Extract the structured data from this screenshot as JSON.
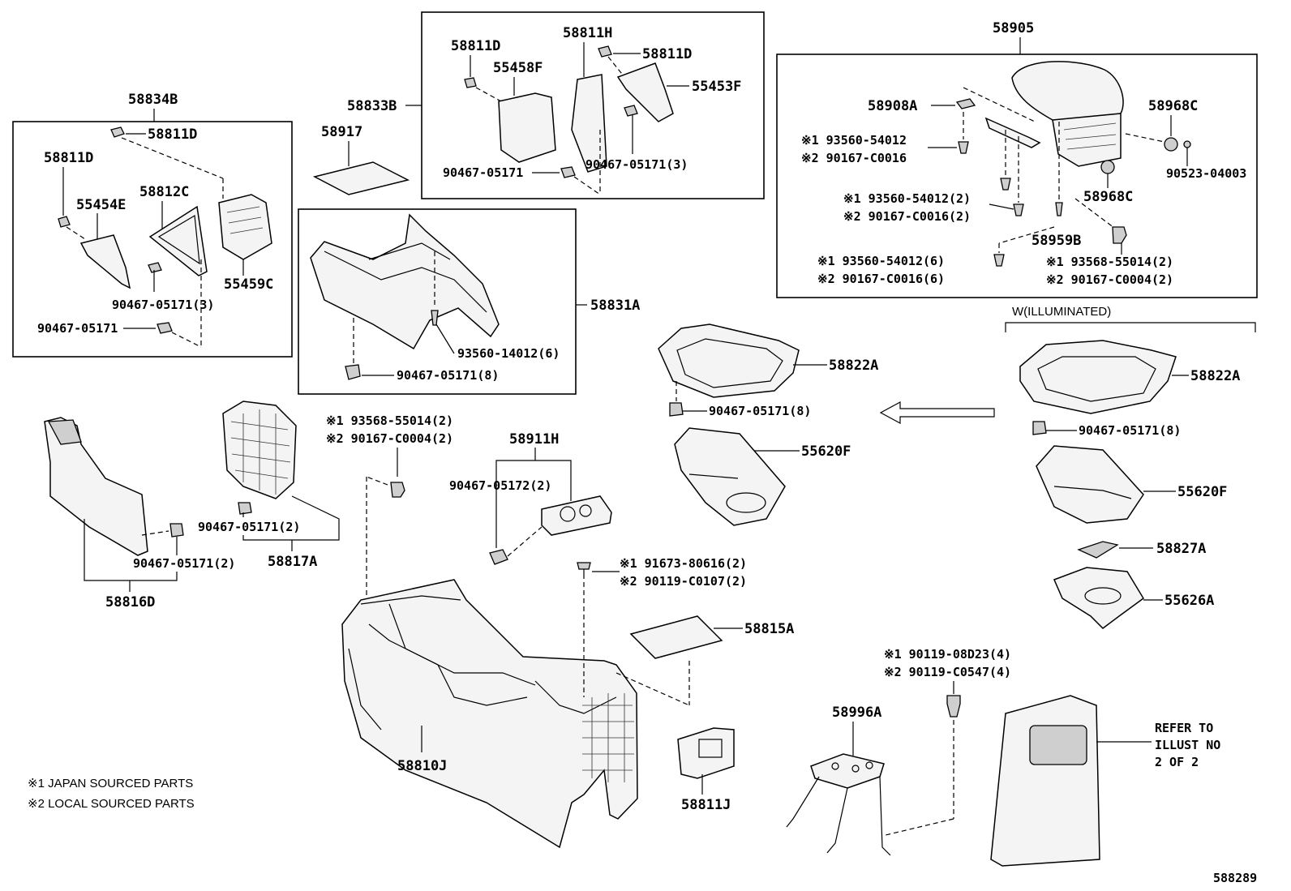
{
  "title_code": "588289",
  "groups": {
    "g58834B": "58834B",
    "g58833B": "58833B",
    "g58831A": "58831A",
    "g58905": "58905",
    "g58911H": "58911H",
    "g58816D": "58816D",
    "g58817A": "58817A",
    "illuminated": "W(ILLUMINATED)"
  },
  "labels": {
    "l58811D_a": "58811D",
    "l58811D_b": "58811D",
    "l55454E": "55454E",
    "l58812C": "58812C",
    "l55459C": "55459C",
    "l90467_3a": "90467-05171(3)",
    "l90467_a": "90467-05171",
    "l58917": "58917",
    "l58811D_c": "58811D",
    "l58811H": "58811H",
    "l58811D_d": "58811D",
    "l55458F": "55458F",
    "l55453F": "55453F",
    "l90467_b": "90467-05171",
    "l90467_3b": "90467-05171(3)",
    "l93560_14012": "93560-14012(6)",
    "l90467_8a": "90467-05171(8)",
    "l58908A": "58908A",
    "l58968C_a": "58968C",
    "l58968C_b": "58968C",
    "l90523": "90523-04003",
    "l58959B": "58959B",
    "l58822A_a": "58822A",
    "l90467_8b": "90467-05171(8)",
    "l55620F_a": "55620F",
    "l58822A_b": "58822A",
    "l90467_8c": "90467-05171(8)",
    "l55620F_b": "55620F",
    "l58827A": "58827A",
    "l55626A": "55626A",
    "l90467_05172": "90467-05172(2)",
    "l90467_2a": "90467-05171(2)",
    "l90467_2b": "90467-05171(2)",
    "l58815A": "58815A",
    "l58810J": "58810J",
    "l58811J": "58811J",
    "l58996A": "58996A"
  },
  "pairs": {
    "p1a": "※1  93560-54012",
    "p1b": "※2  90167-C0016",
    "p2a": "※1  93560-54012(2)",
    "p2b": "※2  90167-C0016(2)",
    "p3a": "※1  93560-54012(6)",
    "p3b": "※2  90167-C0016(6)",
    "p4a": "※1  93568-55014(2)",
    "p4b": "※2  90167-C0004(2)",
    "p5a": "※1 93568-55014(2)",
    "p5b": "※2 90167-C0004(2)",
    "p6a": "※1  91673-80616(2)",
    "p6b": "※2  90119-C0107(2)",
    "p7a": "※1 90119-08D23(4)",
    "p7b": "※2 90119-C0547(4)"
  },
  "refer": [
    "REFER TO",
    "ILLUST NO",
    "2 OF 2"
  ],
  "legend": [
    "※1  JAPAN SOURCED PARTS",
    "※2  LOCAL SOURCED PARTS"
  ]
}
